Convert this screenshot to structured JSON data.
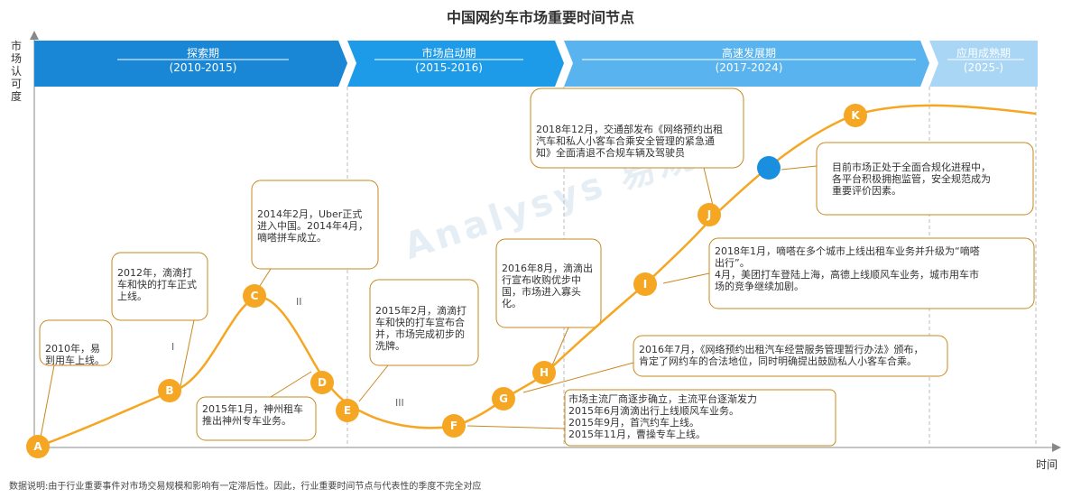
{
  "title": "中国网约车市场重要时间节点",
  "y_axis_label": "市场认可度",
  "x_axis_label": "时间",
  "footnote": "数据说明:由于行业重要事件对市场交易规模和影响有一定滞后性。因此，行业重要时间节点与代表性的季度不完全对应",
  "watermark": "Analysys 易观",
  "colors": {
    "curve": "#f5a623",
    "dot": "#f5a623",
    "current_dot": "#1a8fe0",
    "phase1": "#1a87d6",
    "phase2": "#1e9be8",
    "phase3": "#58b3ee",
    "phase4": "#a9d6f5",
    "callout_border": "#c8881e"
  },
  "phases": [
    {
      "name": "探索期",
      "years": "(2010-2015)"
    },
    {
      "name": "市场启动期",
      "years": "(2015-2016)"
    },
    {
      "name": "高速发展期",
      "years": "(2017-2024)"
    },
    {
      "name": "应用成熟期",
      "years": "(2025-)"
    }
  ],
  "roman_labels": [
    "I",
    "II",
    "III"
  ],
  "points": [
    "A",
    "B",
    "C",
    "D",
    "E",
    "F",
    "G",
    "H",
    "I",
    "J",
    "K"
  ],
  "callouts": [
    {
      "id": "A",
      "text": "2010年，易\n到用车上线。"
    },
    {
      "id": "B",
      "text": "2012年，滴滴打\n车和快的打车正式\n上线。"
    },
    {
      "id": "C",
      "text": "2014年2月，Uber正式\n进入中国。2014年4月，\n嘀嗒拼车成立。"
    },
    {
      "id": "D",
      "text": "2015年1月，神州租车\n推出神州专车业务。"
    },
    {
      "id": "E",
      "text": "2015年2月，滴滴打\n车和快的打车宣布合\n并，市场完成初步的\n洗牌。"
    },
    {
      "id": "F",
      "text": "市场主流厂商逐步确立，主流平台逐渐发力\n2015年6月滴滴出行上线顺风车业务。\n2015年9月，首汽约车上线。\n2015年11月，曹操专车上线。"
    },
    {
      "id": "G",
      "text": "2016年7月，《网络预约出租汽车经营服务管理暂行办法》颁布，\n肯定了网约车的合法地位，同时明确提出鼓励私人小客车合乘。"
    },
    {
      "id": "H",
      "text": "2016年8月，滴滴出\n行宣布收购优步中\n国，市场进入寡头\n化。"
    },
    {
      "id": "I",
      "text": "2018年1月，嘀嗒在多个城市上线出租车业务并升级为“嘀嗒\n出行”。\n4月，美团打车登陆上海，高德上线顺风车业务，城市用车市\n场的竞争继续加剧。"
    },
    {
      "id": "J",
      "text": "2018年12月，交通部发布《网络预约出租\n汽车和私人小客车合乘安全管理的紧急通\n知》全面清退不合规车辆及驾驶员"
    },
    {
      "id": "current",
      "text": "目前市场正处于全面合规化进程中，\n各平台积极拥抱监管，安全规范成为\n重要评价因素。"
    }
  ]
}
